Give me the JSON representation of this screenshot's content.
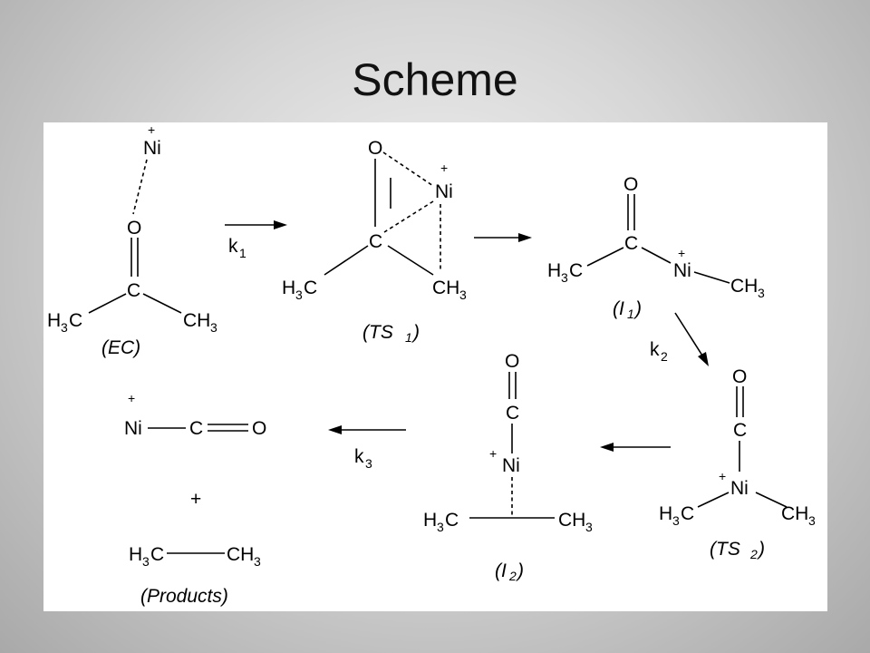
{
  "slide": {
    "title": "Scheme"
  },
  "atoms": {
    "ni": "Ni",
    "o": "O",
    "c": "C",
    "h": "H",
    "ch": "CH",
    "three": "3",
    "two": "2",
    "one": "1",
    "plus": "+"
  },
  "labels": {
    "ec": "(EC)",
    "ts1_open": "(TS",
    "ts1_sub": "1",
    "ts1_close": ")",
    "i1_open": "(I",
    "i1_sub": "1",
    "i1_close": ")",
    "ts2_open": "(TS",
    "ts2_sub": "2",
    "ts2_close": ")",
    "i2_open": "(I",
    "i2_sub": "2",
    "i2_close": ")",
    "products": "(Products)"
  },
  "rates": {
    "k": "k",
    "k1_sub": "1",
    "k2_sub": "2",
    "k3_sub": "3"
  },
  "products_plus": "+"
}
